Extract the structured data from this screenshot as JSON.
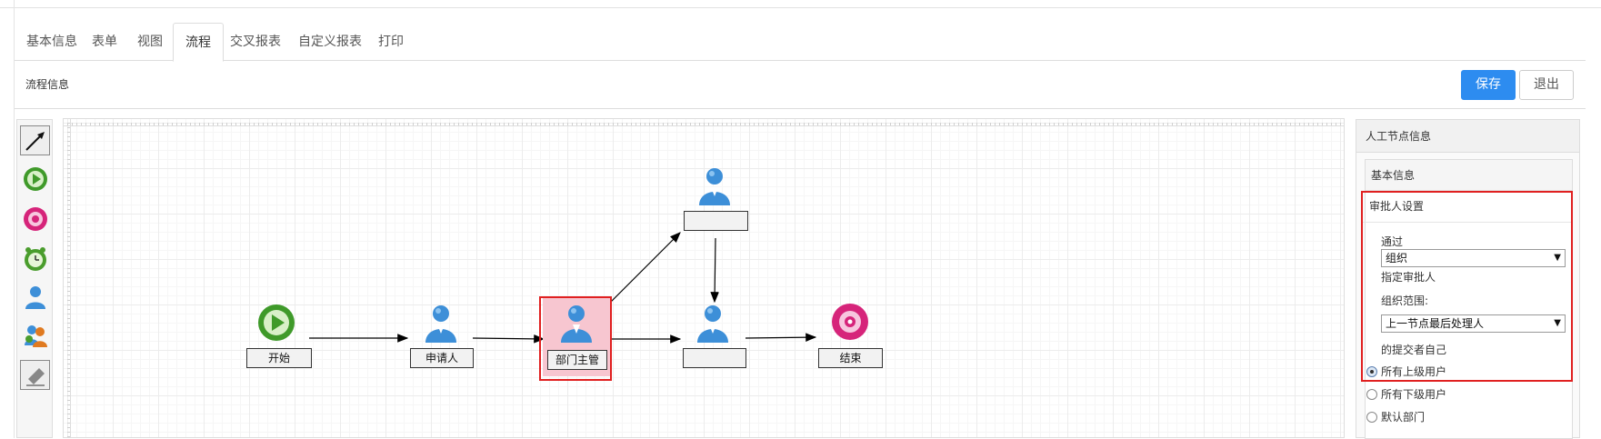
{
  "tabs": [
    {
      "label": "基本信息",
      "active": false
    },
    {
      "label": "表单",
      "active": false
    },
    {
      "label": "视图",
      "active": false
    },
    {
      "label": "流程",
      "active": true
    },
    {
      "label": "交叉报表",
      "active": false
    },
    {
      "label": "自定义报表",
      "active": false
    },
    {
      "label": "打印",
      "active": false
    }
  ],
  "section": {
    "title": "流程信息",
    "save_label": "保存",
    "exit_label": "退出"
  },
  "toolbox": [
    "arrow-tool-icon",
    "start-node-icon",
    "end-node-icon",
    "timer-node-icon",
    "user-node-icon",
    "multi-user-node-icon",
    "eraser-icon"
  ],
  "flow": {
    "nodes": {
      "start": "开始",
      "applicant": "申请人",
      "manager": "部门主管",
      "upper": "",
      "middle": "",
      "end": "结束"
    }
  },
  "panel": {
    "title": "人工节点信息",
    "basic_info": "基本信息",
    "approver_settings": "审批人设置",
    "through_label": "通过",
    "through_value": "组织",
    "assign_label": "指定审批人",
    "org_range_label": "组织范围:",
    "org_range_value": "上一节点最后处理人",
    "submitter_self": "的提交者自己",
    "radios": [
      {
        "label": "所有上级用户",
        "checked": true
      },
      {
        "label": "所有下级用户",
        "checked": false
      },
      {
        "label": "默认部门",
        "checked": false
      }
    ]
  },
  "colors": {
    "primary": "#2d8cf0",
    "highlight_border": "#e02020",
    "selected_node_fill": "#f7c6d0"
  }
}
